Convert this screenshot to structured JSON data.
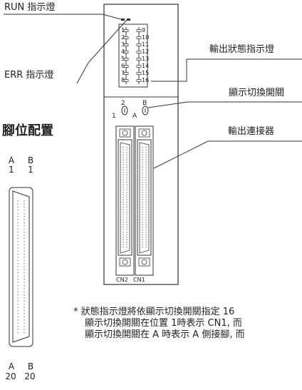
{
  "labels": {
    "run_led": "RUN 指示燈",
    "err_led": "ERR 指示燈",
    "status_led": "輸出狀態指示燈",
    "display_switch": "顯示切換開關",
    "output_connector": "輸出連接器"
  },
  "pin_layout": {
    "title": "腳位配置",
    "col_a": "A",
    "col_b": "B",
    "top_a": "1",
    "top_b": "1",
    "bottom_a": "20",
    "bottom_b": "20"
  },
  "module": {
    "led_left": [
      "1",
      "2",
      "3",
      "4",
      "5",
      "6",
      "7",
      "8"
    ],
    "led_right": [
      "9",
      "10",
      "11",
      "12",
      "13",
      "14",
      "15",
      "16"
    ],
    "switch_left_top": "2",
    "switch_left_bottom": "1",
    "switch_right_top": "B",
    "switch_right_bottom": "A",
    "cn2": "CN2",
    "cn1": "CN1"
  },
  "note": {
    "line1": "* 狀態指示燈將依顯示切換開關指定 16",
    "line2": "顯示切換開關在位置 1時表示 CN1, 而",
    "line3": "顯示切換開關在 A 時表示 A 側接腳, 而"
  }
}
